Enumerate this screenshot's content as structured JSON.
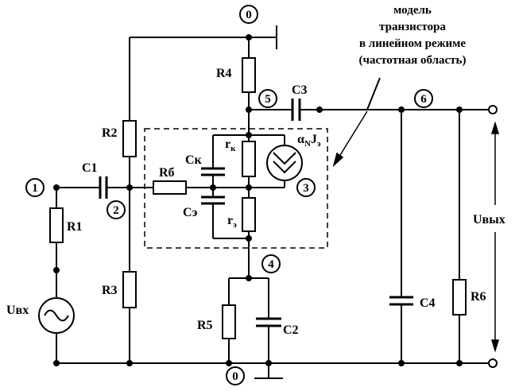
{
  "annotation": {
    "line1": "модель",
    "line2": "транзистора",
    "line3": "в линейном режиме",
    "line4": "(частотная  область)"
  },
  "nodes": {
    "n0_top": "0",
    "n0_bottom": "0",
    "n1": "1",
    "n2": "2",
    "n3": "3",
    "n4": "4",
    "n5": "5",
    "n6": "6"
  },
  "labels": {
    "R1": "R1",
    "R2": "R2",
    "R3": "R3",
    "R4": "R4",
    "R5": "R5",
    "R6": "R6",
    "Rb": "Rб",
    "C1": "C1",
    "C2": "C2",
    "C3": "C3",
    "C4": "C4",
    "Ck": "Cк",
    "Ce": "Cэ",
    "rk_main": "r",
    "rk_sub": "к",
    "re_main": "r",
    "re_sub": "э",
    "source_alpha": "α",
    "source_n": "N",
    "source_rest": "J",
    "source_e": "э",
    "Uin": "Uвх",
    "Uout": "Uвых"
  },
  "colors": {
    "stroke": "#000000",
    "background": "#ffffff"
  }
}
